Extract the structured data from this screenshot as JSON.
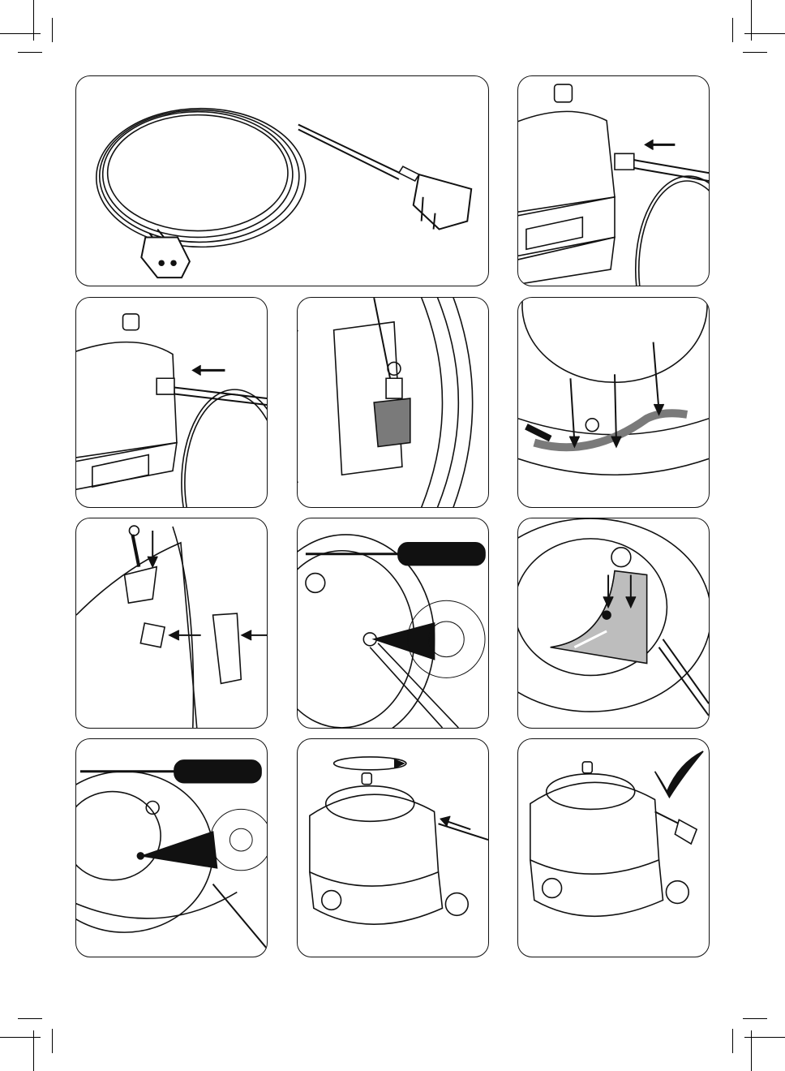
{
  "page": {
    "kind": "instruction-sheet",
    "panel_count": 11,
    "text_labels": []
  },
  "colors": {
    "line": "#111111",
    "shade": "#7a7a7a",
    "light_shade": "#bdbdbd",
    "background": "#ffffff"
  },
  "panels": [
    {
      "id": 1,
      "depicts": "power-cord-with-plug-icon"
    },
    {
      "id": 2,
      "depicts": "cord-insert-arrow-icon"
    },
    {
      "id": 3,
      "depicts": "cord-insert-arrow-icon"
    },
    {
      "id": 4,
      "depicts": "connector-socket-icon"
    },
    {
      "id": 5,
      "depicts": "cable-routing-arrows-icon"
    },
    {
      "id": 6,
      "depicts": "screw-and-clip-icon"
    },
    {
      "id": 7,
      "depicts": "screwdriver-icon"
    },
    {
      "id": 8,
      "depicts": "cover-rotate-arrows-icon"
    },
    {
      "id": 9,
      "depicts": "screwdriver-icon"
    },
    {
      "id": 10,
      "depicts": "rotate-lid-icon"
    },
    {
      "id": 11,
      "depicts": "checkmark-icon"
    }
  ]
}
